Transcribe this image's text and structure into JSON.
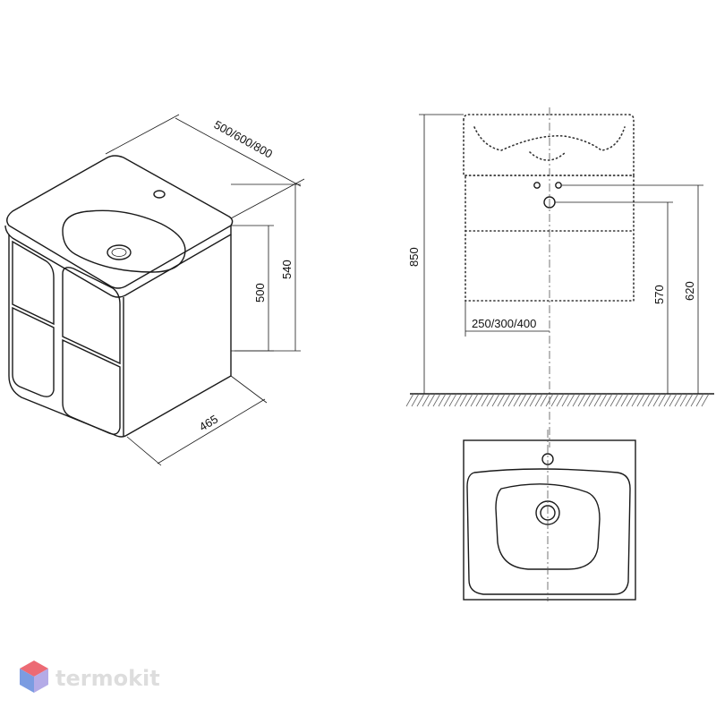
{
  "iso_view": {
    "width_label": "500/600/800",
    "height_label_500": "500",
    "height_label_540": "540",
    "depth_label": "465"
  },
  "front_view": {
    "total_height_label": "850",
    "overflow_height_label": "570",
    "tap_height_label": "620",
    "offset_label": "250/300/400"
  },
  "watermark": {
    "brand": "termokit",
    "colors": [
      "#e63946",
      "#4f7bd8",
      "#9b8fe0"
    ]
  },
  "colors": {
    "line": "#1a1a1a",
    "hatch": "#666666",
    "watermark_text": "#d2d2d2"
  }
}
